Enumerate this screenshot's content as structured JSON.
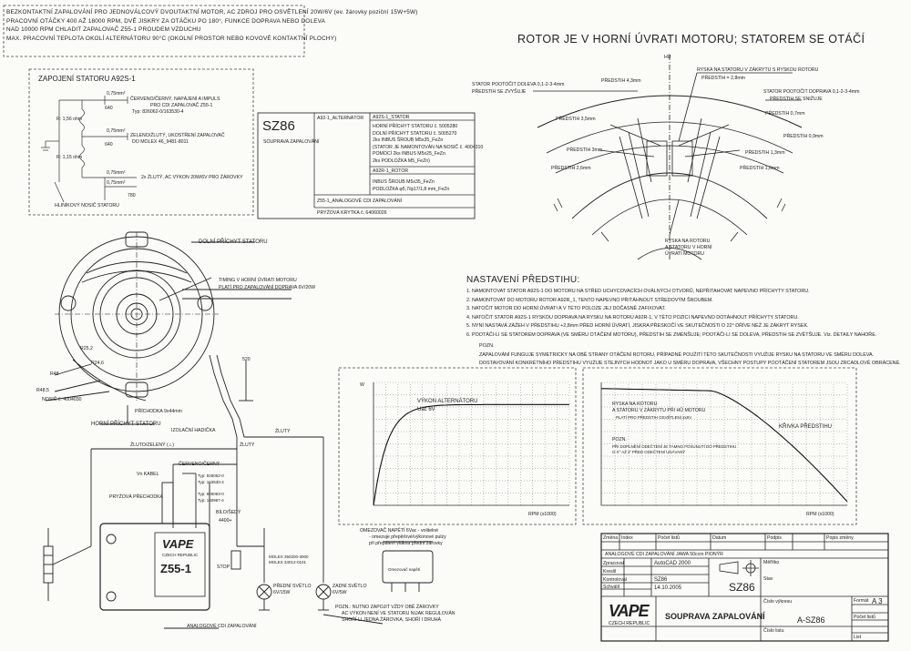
{
  "top_notes": [
    "BEZKONTAKTNÍ ZAPALOVÁNÍ PRO JEDNOVÁLCOVÝ DVOUTAKTNÍ MOTOR, AC ZDROJ PRO OSVĚTLENÍ 20W/6V (ev. žárovky poziční 15W+5W)",
    "PRACOVNÍ OTÁČKY 400 AŽ 18000 RPM, DVĚ JISKRY ZA OTÁČKU PO 180°, FUNKCE DOPRAVA NEBO DOLEVA",
    "NAD 10000 RPM CHLADIT ZAPALOVAČ Z55-1 PROUDEM VZDUCHU",
    "MAX. PRACOVNÍ TEPLOTA OKOLÍ ALTERNÁTORU 90°C (OKOLNÍ PROSTOR NEBO KOVOVÉ KONTAKTNÍ PLOCHY)"
  ],
  "stator_box": {
    "title": "ZAPOJENÍ STATORU A92S-1",
    "labels": [
      "0,75mm²",
      "ČERVENO/ČERNÝ, NAPÁJENÍ A IMPULS",
      "PRO CDI ZAPALOVAČ Z55-1",
      "Typ: 826062-0/163530-4",
      "640",
      "R: 1,56 ohm",
      "0,75mm²",
      "ZELENO/ŽLUTÝ, UKOSTŘENÍ ZAPALOVAČ",
      "DO MOLEX 46_9481-8011",
      "640",
      "R: 1,15 ohm",
      "0,75mm²",
      "2x ŽLUTÝ, AC VÝKON 20W/6V PRO ŽÁROVKY",
      "0,75mm²",
      "780",
      "HLINÍKOVÝ NOSIČ STATORU"
    ]
  },
  "parts": {
    "code": "SZ86",
    "caption": "SOUPRAVA ZAPALOVÁNÍ",
    "alternator": "A92-1_ALTERNÁTOR",
    "stator_head": "A92S-1_STATOR",
    "stator_lines": [
      "HORNÍ PŘÍCHYT STATORU č. 5005280",
      "DOLNÍ PŘÍCHYT STATORU č. 5005270",
      "2ks INBUS ŠROUB M5x35_FeZn",
      "(STATOR JE NAMONTOVÁN NA NOSIČ č. 4004310",
      "POMOCÍ 2ks INBUS M5x25_FeZn",
      "2ks PODLOŽKA M5_FeZn)"
    ],
    "rotor_head": "A92R-1_ROTOR",
    "rotor_lines": [
      "INBUS ŠROUB M5x35_FeZn",
      "PODLOŽKA φ5,7/φ17/1,8 mm_FeZn"
    ],
    "cdi": "Z55-1_ANALOGOVÉ CDI ZAPALOVÁNÍ",
    "cdi_line": "PRYŽOVÁ KRYTKA č. 64060026"
  },
  "main_title": "ROTOR JE V HORNÍ ÚVRATI MOTORU; STATOREM SE OTÁČÍ",
  "rotor_labels": {
    "hu": "HÚ",
    "stator_left": "STATOR POOTOČIT DOLEVA 0,1-2-3-4mm",
    "stator_left2": "PŘEDSTIH SE ZVYŠUJE",
    "rysk": "RYSKA NA STATORU V ZÁKRYTU S RYSKOU ROTORU",
    "rysk2": "PŘEDSTIH = 2,8mm",
    "stator_right": "STATOR POOTOČIT DOPRAVA 0,1-2-3-4mm",
    "stator_right2": "PŘEDSTIH SE SNIŽUJE",
    "p43": "PŘEDSTIH 4,3mm",
    "p35": "PŘEDSTIH 3,5mm",
    "p3": "PŘEDSTIH 3mm",
    "p26": "PŘEDSTIH 2,6mm",
    "p07": "PŘEDSTIH 0,7mm",
    "p09": "PŘEDSTIH 0,9mm",
    "p13": "PŘEDSTIH 1,3mm",
    "p16": "PŘEDSTIH 1,6mm",
    "rysk_rotor": "RYSKA NA ROTORU",
    "rysk_rotor2": "A STATORU V HORNÍ",
    "rysk_rotor3": "ÚVRATI MOTORU"
  },
  "setup": {
    "title": "NASTAVENÍ PŘEDSTIHU:",
    "lines": [
      "1. NAMONTOVAT STATOR A92S-1 DO MOTORU NA STŘED UCHYCOVACÍCH OVÁLNÝCH OTVORŮ, NEPŘITAHOVAT NAPEVNO PŘÍCHYTY STATORU.",
      "2. NAMONTOVAT DO MOTORU ROTOR A92R_1, TENTO NAPEVNO PŘITÁHNOUT STŘEDOVÝM ŠROUBEM.",
      "3. NATOČIT MOTOR DO HORNÍ ÚVRATI A V TÉTO POLOZE JEJ DOČASNĚ ZAFIXOVAT.",
      "4. NATOČIT STATOR A92S-1 RYSKOU DOPRAVA NA RYSKU NA ROTORU A92R-1, V TÉTO POZICI NAPEVNO DOTÁHNOUT PŘÍCHYTY STATORU.",
      "5. NYNÍ NASTAVÁ ZÁŽEH V PŘEDSTIHU +2,8mm PŘED HORNÍ ÚVRATÍ, JISKRA PŘESKOČÍ VE SKUTEČNOSTI O 22° DŘÍVE NEŽ JE ZÁKRYT RYSEK.",
      "6. POOTÁČI-LI SE STATOREM DOPRAVA (VE SMĚRU OTÁČENÍ MOTORU), PŘEDSTIH SE ZMENŠUJE; POOTÁČI-LI SE DOLEVA, PŘEDSTIH SE ZVĚTŠUJE. Viz. DETAILY NAHOŘE."
    ],
    "poz": "POZN.",
    "poz_lines": [
      "ZAPALOVÁNÍ FUNGUJE SYMETRICKY NA OBĚ STRANY OTÁČENÍ ROTORU, PŘÍPADNÉ POUŽITÍ TÉTO SKUTEČNOSTI VYUŽIJE RYSKU NA STATORU VE SMĚRU DOLEVA.",
      "DOSTAVOVÁNÍ KONKRÉTNÍHO PŘEDSTIHU VYUŽIJE STEJNÝCH HODNOT JAKO U SMĚRU DOPRAVA, VŠECHNY POSTUPY POOTÁČENÍ STATOREM JSOU ZRCADLOVĚ OBRÁCENÉ."
    ]
  },
  "chart_power": {
    "title": "VÝKON ALTERNÁTORU",
    "subtitle": "Uac 6V",
    "ylabel": "W",
    "xlabel": "RPM (x1000)"
  },
  "chart_advance": {
    "title": "KŘIVKA PŘEDSTIHU",
    "note1": "RYSKA NA ROTORU",
    "note2": "A STATORU V ZÁKRYTU PŘI HŮ MOTORU",
    "note3": "PLATÍ PRO PŘEDSTIH OSVĚTLENÍ 2x6V",
    "poz": "POZN.",
    "poz2": "PŘI DOPLNĚNÍ ODEČTENÍ JE TAMNO POSUNUTÍ DO PŘEDSTIHU",
    "poz3": "O X° AŽ Z' PŘED ODEČTENÍ UDÁVANÝ",
    "xlabel": "RPM (x1000)"
  },
  "wiring": {
    "dolni": "DOLNÍ PŘÍCHYT STATORU",
    "horni": "HORNÍ PŘÍCHYT STATORU",
    "timing": "TIMING V HORNÍ ÚVRATI MOTORU",
    "plati": "PLATÍ PRO ZAPALOVÁNÍ DOPRAVA 6V/20W",
    "r25": "R25,2",
    "r246": "R24,6",
    "r48": "R48",
    "r485": "R48,5",
    "nosic": "NOSIČ č. 4004030",
    "prichodka": "PŘÍCHODKA 9x44mm",
    "izol": "IZOLAČNÍ HADIČKA",
    "dim520": "520",
    "zluty": "ŽLUTÝ",
    "zluto_zel": "ŽLUTO/ZELENÝ (⊥)",
    "zluty2": "ŽLUTÝ",
    "vn": "Vn KABEL",
    "pryz": "PRYŽOVÁ PŘECHODKA",
    "cerveno": "ČERVENO/ČERNÝ",
    "typ1": "Typ: 826062-0",
    "typ2": "Typ: 163530-4",
    "typ3": "Typ: 826063-0",
    "typ4": "Typ: 160987-4",
    "bilo": "BÍLO/ŠEDÝ",
    "kod": "4400+",
    "molex1": "MOLEX 350200-3000",
    "molex2": "MOLEX 34012-0101",
    "stop": "STOP",
    "predni": "PŘEDNÍ SVĚTLO",
    "predni2": "6V/15W",
    "zadni": "ZADNÍ SVĚTLO",
    "zadni2": "6V/5W",
    "omez": "OMEZOVAČ NAPĚTÍ 6Vac - volitelné",
    "omez2": "- omezuje přepěťové/výkonové pulzy",
    "omez3": "při přepálení vlákna přední žárovky",
    "pozn_bottom1": "POZN.: NUTNO ZAPOJIT VŽDY OBĚ ŽÁROVKY",
    "pozn_bottom2": "AC VÝKON NENÍ VE STATORU NIJAK REGULOVÁN",
    "pozn_bottom3": "SHOŘÍ-LI JEDNA ŽÁROVKA, SHOŘÍ I DRUHÁ",
    "analog": "ANALOGOVÉ CDI ZAPALOVÁNÍ",
    "brand_small": "VAPE",
    "brand_small2": "CZECH REPUBLIC",
    "z55": "Z55-1",
    "omez_box": "Omezovač napětí"
  },
  "title_block": {
    "popis": "ANALOGOVÉ CDI ZAPALOVÁNÍ JAWA 50ccm PIONÝR",
    "software": "AutoCAD 2000",
    "code": "SZ86",
    "date": "14.10.2005",
    "name": "SOUPRAVA ZAPALOVÁNÍ",
    "drawing": "A-SZ86",
    "format": "A 3",
    "brand": "VAPE",
    "brand_sub": "CZECH REPUBLIC",
    "cells": [
      "Změna",
      "Index",
      "Počet listů",
      "Datum",
      "Podpis",
      "Popis změny",
      "Zpracoval",
      "Kreslil",
      "Kontroloval",
      "Schválil",
      "Měřítko",
      "Stav",
      "Číslo listu",
      "Číslo výkresu",
      "Formát",
      "Počet listů",
      "List"
    ]
  }
}
